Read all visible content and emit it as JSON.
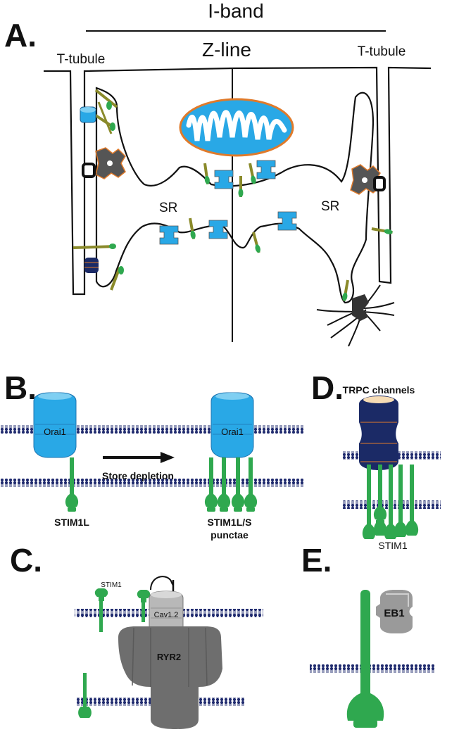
{
  "panel_a": {
    "letter": "A.",
    "i_band_label": "I-band",
    "z_line_label": "Z-line",
    "t_tubule_left_label": "T-tubule",
    "t_tubule_right_label": "T-tubule",
    "sr_left_label": "SR",
    "sr_right_label": "SR"
  },
  "panel_b": {
    "letter": "B.",
    "orai_left_label": "Orai1",
    "orai_right_label": "Orai1",
    "arrow_label": "Store depletion",
    "stim_left_label": "STIM1L",
    "stim_right_line1": "STIM1L/S",
    "stim_right_line2": "punctae"
  },
  "panel_c": {
    "letter": "C.",
    "stim_label": "STIM1",
    "cav_label": "Cav1.2",
    "ryr_label": "RYR2"
  },
  "panel_d": {
    "letter": "D.",
    "trpc_label": "TRPC channels",
    "stim_label": "STIM1"
  },
  "panel_e": {
    "letter": "E.",
    "eb1_label": "EB1"
  },
  "colors": {
    "orai_blue": "#29a8e6",
    "stim_green": "#2fa84f",
    "membrane_navy": "#1f2a6e",
    "trpc_navy": "#1b2a66",
    "ryr_gray": "#6e6e6e",
    "cav_gray": "#b8b8b8",
    "olive_tether": "#8a8a2a",
    "orange_outline": "#e07a2a"
  }
}
